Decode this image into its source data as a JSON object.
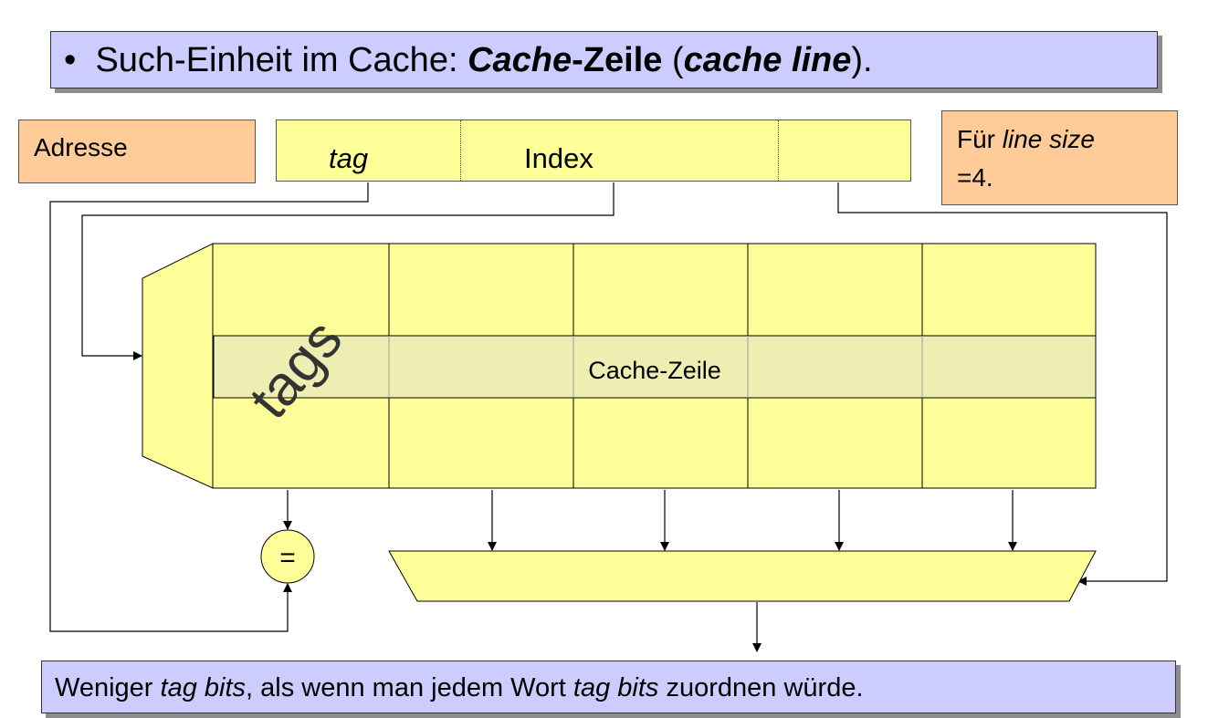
{
  "title": {
    "bullet": "•",
    "prefix": "Such-Einheit im Cache: ",
    "cache": "Cache",
    "zeile": "-Zeile",
    "paren_open": " (",
    "cache_line": "cache line",
    "paren_close": ")."
  },
  "address": {
    "label": "Adresse",
    "fields": {
      "tag": "tag",
      "index": "Index"
    }
  },
  "note": {
    "prefix": "Für ",
    "line_size": "line size",
    "value": "=4."
  },
  "cache": {
    "tags_label": "tags",
    "line_label": "Cache-Zeile"
  },
  "comparator": {
    "symbol": "="
  },
  "footer": {
    "part1": "Weniger ",
    "part2": "tag bits",
    "part3": ", als wenn man jedem Wort ",
    "part4": "tag bits",
    "part5": " zuordnen würde."
  },
  "colors": {
    "title_bg": "#ccccff",
    "note_bg": "#ffcc99",
    "cache_bg": "#ffff99",
    "line_highlight": "#eeeeb3"
  }
}
